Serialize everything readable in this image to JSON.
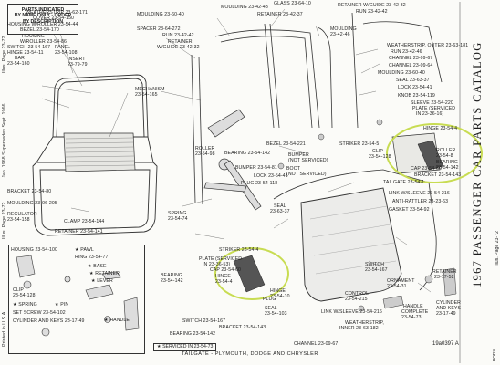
{
  "legend": {
    "line1": "PARTS INDICATED",
    "line2": "BY NAME ONLY - ORDER",
    "line3": "BY DESCRIPTION"
  },
  "side": {
    "title": "1967 PASSENGER CAR PARTS CATALOG",
    "left_top": "Illus. Page 23-72",
    "left_note": "Jan. 1968 Supersedes Sept. 1966",
    "left_page": "Illus. Page 23-72",
    "right_text": "Illus. Page 23-72",
    "printed": "Printed in U.S.A.",
    "body": "BODY"
  },
  "caption": "TAILGATE - PLYMOUTH, DODGE AND CHRYSLER",
  "plate_code": "19a0397 A",
  "serviced_note": "★ SERVICED IN 23-54-73",
  "parts": [
    {
      "id": "weatherstrip-171",
      "text": "WEATHERSTRIP 23-62-171"
    },
    {
      "id": "cover-150",
      "text": "COVER 23-54-150"
    },
    {
      "id": "housing-roller-44",
      "text": "HOUSING W/ROLLER 23-54-44"
    },
    {
      "id": "bezel-170",
      "text": "BEZEL 23-54-170"
    },
    {
      "id": "housing-roller-86-a",
      "text": "HOUSING"
    },
    {
      "id": "housing-roller-86-b",
      "text": "W/ROLLER 23-54-86"
    },
    {
      "id": "switch-167",
      "text": "SWITCH 23-54-167"
    },
    {
      "id": "hinge-11",
      "text": "HINGE 23-54-11"
    },
    {
      "id": "bar-160-a",
      "text": "BAR"
    },
    {
      "id": "bar-160-b",
      "text": "23-54-160"
    },
    {
      "id": "panel-108-a",
      "text": "PANEL"
    },
    {
      "id": "panel-108-b",
      "text": "23-54-108"
    },
    {
      "id": "insert-79-a",
      "text": "INSERT"
    },
    {
      "id": "insert-79-b",
      "text": "23-79-79"
    },
    {
      "id": "moulding-40",
      "text": "MOULDING 23-60-40"
    },
    {
      "id": "spacer-272",
      "text": "SPACER 23-64-272"
    },
    {
      "id": "run-42",
      "text": "RUN 23-42-42"
    },
    {
      "id": "retainer-32-a",
      "text": "RETAINER"
    },
    {
      "id": "retainer-32-b",
      "text": "W/GUIDE 23-42-32"
    },
    {
      "id": "mechanism-165-a",
      "text": "MECHANISM"
    },
    {
      "id": "mechanism-165-b",
      "text": "23-54-165"
    },
    {
      "id": "moulding-43",
      "text": "MOULDING 23-42-43"
    },
    {
      "id": "glass-10",
      "text": "GLASS 23-64-10"
    },
    {
      "id": "retainer-37",
      "text": "RETAINER 23-42-37"
    },
    {
      "id": "retainer-guide-32",
      "text": "RETAINER W/GUIDE 23-42-32"
    },
    {
      "id": "run-42b",
      "text": "RUN 23-42-42"
    },
    {
      "id": "moulding-46-a",
      "text": "MOULDING"
    },
    {
      "id": "moulding-46-b",
      "text": "23-42-46"
    },
    {
      "id": "weatherstrip-outer-181",
      "text": "WEATHERSTRIP, OUTER 23-63-181"
    },
    {
      "id": "run-46",
      "text": "RUN 23-42-46"
    },
    {
      "id": "channel-67",
      "text": "CHANNEL 23-09-67"
    },
    {
      "id": "channel-64",
      "text": "CHANNEL 23-09-64"
    },
    {
      "id": "moulding-40b",
      "text": "MOULDING 23-60-40"
    },
    {
      "id": "seal-37",
      "text": "SEAL 23-63-37"
    },
    {
      "id": "lock-41",
      "text": "LOCK 23-54-41"
    },
    {
      "id": "knob-119",
      "text": "KNOB 23-54-119"
    },
    {
      "id": "sleeve-220",
      "text": "SLEEVE 23-54-220"
    },
    {
      "id": "plate-serviced-a",
      "text": "PLATE (SERVICED"
    },
    {
      "id": "plate-serviced-b",
      "text": "IN 23-36-16)"
    },
    {
      "id": "hinge-4",
      "text": "HINGE 23-54-4"
    },
    {
      "id": "roller-8-a",
      "text": "ROLLER"
    },
    {
      "id": "roller-8-b",
      "text": "23-54-8"
    },
    {
      "id": "bezel-221",
      "text": "BEZEL 23-54-221"
    },
    {
      "id": "bearing-142",
      "text": "BEARING 23-54-142"
    },
    {
      "id": "bumper-a",
      "text": "BUMPER"
    },
    {
      "id": "bumper-b",
      "text": "(NOT SERVICED)"
    },
    {
      "id": "boot-a",
      "text": "BOOT"
    },
    {
      "id": "boot-b",
      "text": "(NOT SERVICED)"
    },
    {
      "id": "bumper-81",
      "text": "BUMPER 23-54-81"
    },
    {
      "id": "lock-41b",
      "text": "LOCK 23-54-41"
    },
    {
      "id": "plug-118",
      "text": "PLUG 23-54-118"
    },
    {
      "id": "striker-5",
      "text": "STRIKER 23-54-5"
    },
    {
      "id": "clip-128-a",
      "text": "CLIP"
    },
    {
      "id": "clip-128-b",
      "text": "23-54-128"
    },
    {
      "id": "cap-60",
      "text": "CAP 23-54-60"
    },
    {
      "id": "bearing-142b-a",
      "text": "BEARING"
    },
    {
      "id": "bearing-142b-b",
      "text": "23-54-142"
    },
    {
      "id": "bracket-143",
      "text": "BRACKET 23-54-143"
    },
    {
      "id": "tailgate-1",
      "text": "TAILGATE 23-54-1"
    },
    {
      "id": "link-216",
      "text": "LINK W/SLEEVE 23-54-216"
    },
    {
      "id": "anti-rattler-63",
      "text": "ANTI-RATTLER 23-23-63"
    },
    {
      "id": "gasket-92",
      "text": "GASKET 23-54-92"
    },
    {
      "id": "bracket-80",
      "text": "BRACKET 23-54-80"
    },
    {
      "id": "moulding-205",
      "text": "MOULDING 23-06-205"
    },
    {
      "id": "regulator-a",
      "text": "REGULATOR"
    },
    {
      "id": "regulator-b",
      "text": "23-54-158"
    },
    {
      "id": "clamp-144",
      "text": "CLAMP 23-54-144"
    },
    {
      "id": "retainer-141",
      "text": "RETAINER 23-54-141"
    },
    {
      "id": "spring-74-a",
      "text": "SPRING"
    },
    {
      "id": "spring-74-b",
      "text": "23-54-74"
    },
    {
      "id": "roller-98-a",
      "text": "ROLLER"
    },
    {
      "id": "roller-98-b",
      "text": "23-54-98"
    },
    {
      "id": "seal-37b-a",
      "text": "SEAL"
    },
    {
      "id": "seal-37b-b",
      "text": "23-63-37"
    },
    {
      "id": "striker-4",
      "text": "STRIKER 23-54-4"
    },
    {
      "id": "plate-serviced2-a",
      "text": "PLATE (SERVICED"
    },
    {
      "id": "plate-serviced2-b",
      "text": "IN 23-36-53)"
    },
    {
      "id": "cap-60b",
      "text": "CAP 23-54-60"
    },
    {
      "id": "hinge-4b-a",
      "text": "HINGE"
    },
    {
      "id": "hinge-4b-b",
      "text": "23-54-4"
    },
    {
      "id": "plug",
      "text": "PLUG"
    },
    {
      "id": "switch-167b",
      "text": "SWITCH 23-54-167"
    },
    {
      "id": "bearing-142c",
      "text": "BEARING 23-54-142"
    },
    {
      "id": "bracket-143b",
      "text": "BRACKET 23-54-143"
    },
    {
      "id": "hinge-10-a",
      "text": "HINGE"
    },
    {
      "id": "hinge-10-b",
      "text": "23-54-10"
    },
    {
      "id": "seal-103-a",
      "text": "SEAL"
    },
    {
      "id": "seal-103-b",
      "text": "23-54-103"
    },
    {
      "id": "channel-67b",
      "text": "CHANNEL 23-09-67"
    },
    {
      "id": "control-a",
      "text": "CONTROL"
    },
    {
      "id": "control-b",
      "text": "23-54-215"
    },
    {
      "id": "link-216b",
      "text": "LINK W/SLEEVE 23-54-216"
    },
    {
      "id": "weatherstrip-inner-a",
      "text": "WEATHERSTRIP,"
    },
    {
      "id": "weatherstrip-inner-b",
      "text": "INNER 23-63-182"
    },
    {
      "id": "switch-167c-a",
      "text": "SWITCH"
    },
    {
      "id": "switch-167c-b",
      "text": "23-54-167"
    },
    {
      "id": "ornament-a",
      "text": "ORNAMENT"
    },
    {
      "id": "ornament-b",
      "text": "23-54-31"
    },
    {
      "id": "retainer-52-a",
      "text": "RETAINER"
    },
    {
      "id": "retainer-52-b",
      "text": "23-17-52"
    },
    {
      "id": "handle-a",
      "text": "HANDLE"
    },
    {
      "id": "handle-b",
      "text": "COMPLETE"
    },
    {
      "id": "handle-c",
      "text": "23-54-73"
    },
    {
      "id": "cylinder-a",
      "text": "CYLINDER"
    },
    {
      "id": "cylinder-b",
      "text": "AND KEYS"
    },
    {
      "id": "cylinder-c",
      "text": "23-17-49"
    },
    {
      "id": "inset-housing",
      "text": "HOUSING 23-54-100"
    },
    {
      "id": "inset-pawl",
      "text": "★ PAWL"
    },
    {
      "id": "inset-ring",
      "text": "RING 23-54-77"
    },
    {
      "id": "inset-base",
      "text": "★ BASE"
    },
    {
      "id": "inset-retainer",
      "text": "★ RETAINER"
    },
    {
      "id": "inset-lever",
      "text": "★ LEVER"
    },
    {
      "id": "inset-clip",
      "text": "CLIP"
    },
    {
      "id": "inset-clip-num",
      "text": "23-54-128"
    },
    {
      "id": "inset-spring",
      "text": "★ SPRING"
    },
    {
      "id": "inset-pin",
      "text": "★ PIN"
    },
    {
      "id": "inset-setscrew",
      "text": "SET SCREW 23-54-102"
    },
    {
      "id": "inset-cylinder",
      "text": "CYLINDER AND KEYS 23-17-49"
    },
    {
      "id": "inset-handle",
      "text": "★ HANDLE"
    },
    {
      "id": "bearing-2-a",
      "text": "BEARING"
    },
    {
      "id": "bearing-2-b",
      "text": "23-54-142"
    }
  ]
}
